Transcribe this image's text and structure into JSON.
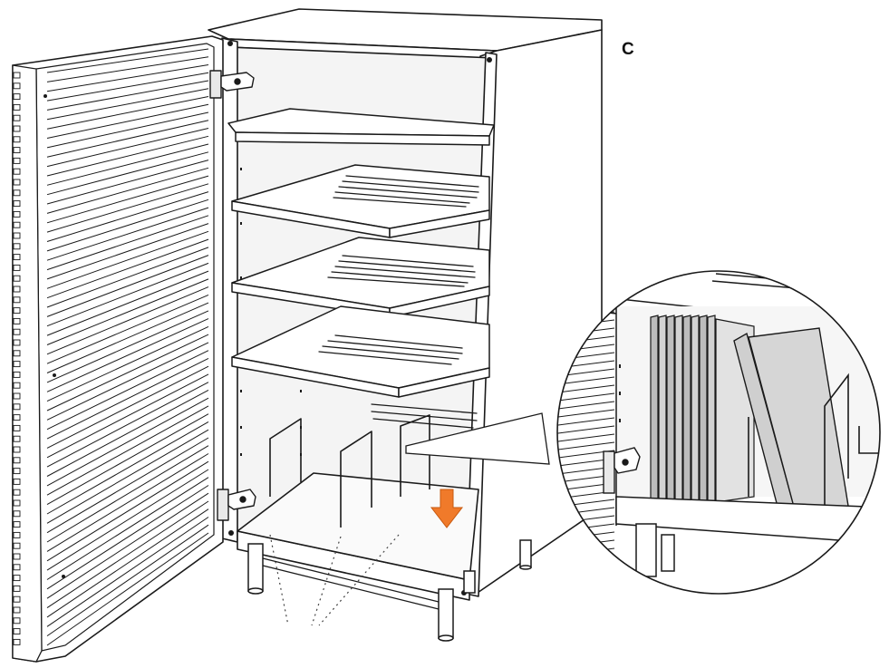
{
  "step": {
    "label": "C"
  },
  "colors": {
    "line": "#1a1a1a",
    "panel": "#ffffff",
    "shade": "#e9e9e9",
    "board": "#cfcfcf",
    "board_edge": "#8a8a8a",
    "accent": "#f07a2a"
  },
  "parts": {
    "cabinet": "open-cabinet",
    "door": "louvered-door",
    "shelves": 4,
    "dividers_in_bottom_compartment": 3,
    "hinges": 2,
    "legs": 4,
    "arrow": "insert-divider-down",
    "detail": "circular-zoom-stored-records"
  }
}
